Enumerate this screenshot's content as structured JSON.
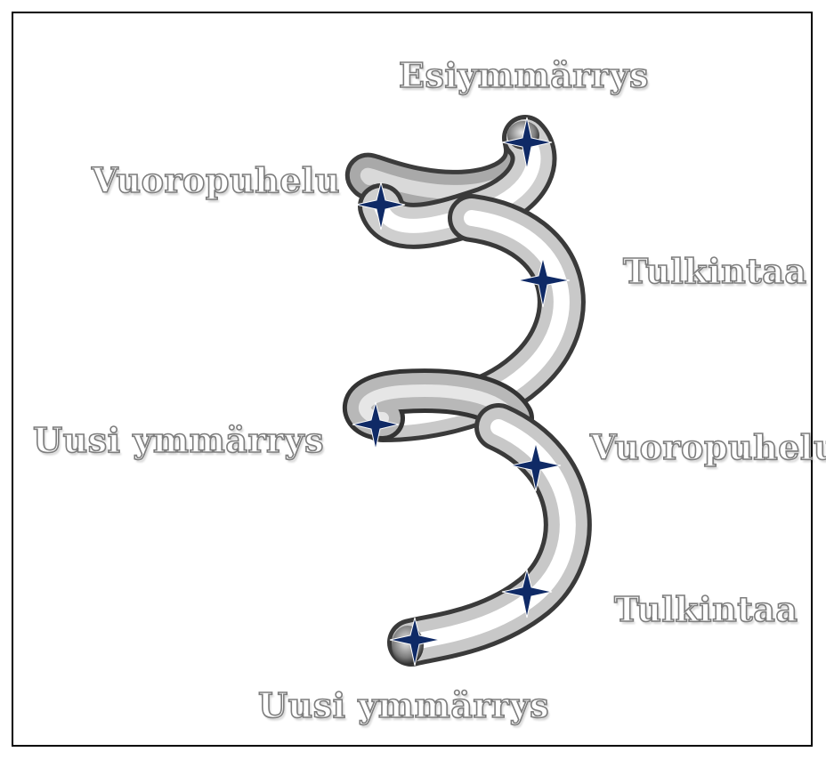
{
  "diagram": {
    "labels": {
      "top": "Esiymmärrys",
      "left_upper": "Vuoropuhelu",
      "right_upper": "Tulkintaa",
      "left_middle": "Uusi ymmärrys",
      "right_middle": "Vuoropuhelu",
      "right_lower": "Tulkintaa",
      "bottom": "Uusi ymmärrys"
    },
    "colors": {
      "tube_light": "#fafafa",
      "tube_mid": "#bdbdbd",
      "tube_dark": "#4a4a4a",
      "star": "#0f2a66",
      "label_outline": "#7d7d7d",
      "frame": "#000000"
    },
    "marker_icon": "four-point-star"
  }
}
